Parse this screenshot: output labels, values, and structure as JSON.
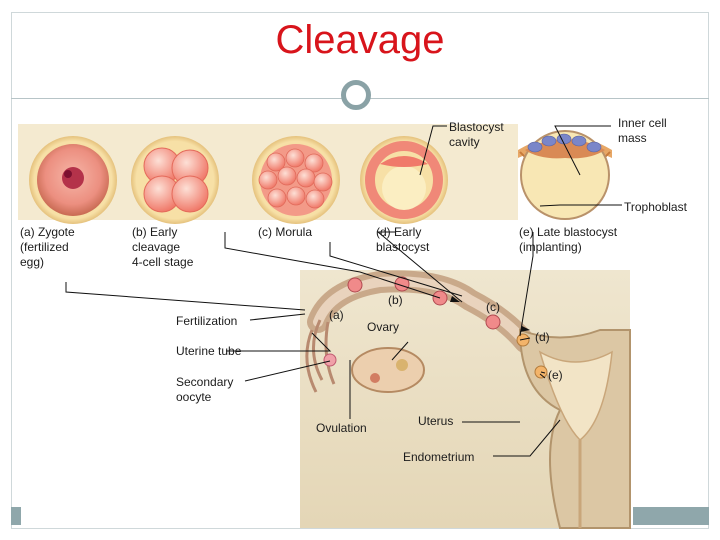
{
  "slide": {
    "title": "Cleavage"
  },
  "labels": {
    "blastocyst_cavity": "Blastocyst\ncavity",
    "inner_cell_mass": "Inner cell\nmass",
    "trophoblast": "Trophoblast",
    "zygote": "(a)  Zygote\n       (fertilized\n       egg)",
    "early_cleavage": "(b)  Early\n       cleavage\n       4-cell stage",
    "morula": "(c)  Morula",
    "early_blastocyst": "(d)  Early\n       blastocyst",
    "late_blastocyst": "(e)  Late blastocyst\n       (implanting)",
    "fertilization": "Fertilization",
    "uterine_tube": "Uterine tube",
    "secondary_oocyte": "Secondary\noocyte",
    "ovulation": "Ovulation",
    "ovary": "Ovary",
    "uterus": "Uterus",
    "endometrium": "Endometrium",
    "marker_a": "(a)",
    "marker_b": "(b)",
    "marker_c": "(c)",
    "marker_d": "(d)",
    "marker_e": "(e)"
  }
}
